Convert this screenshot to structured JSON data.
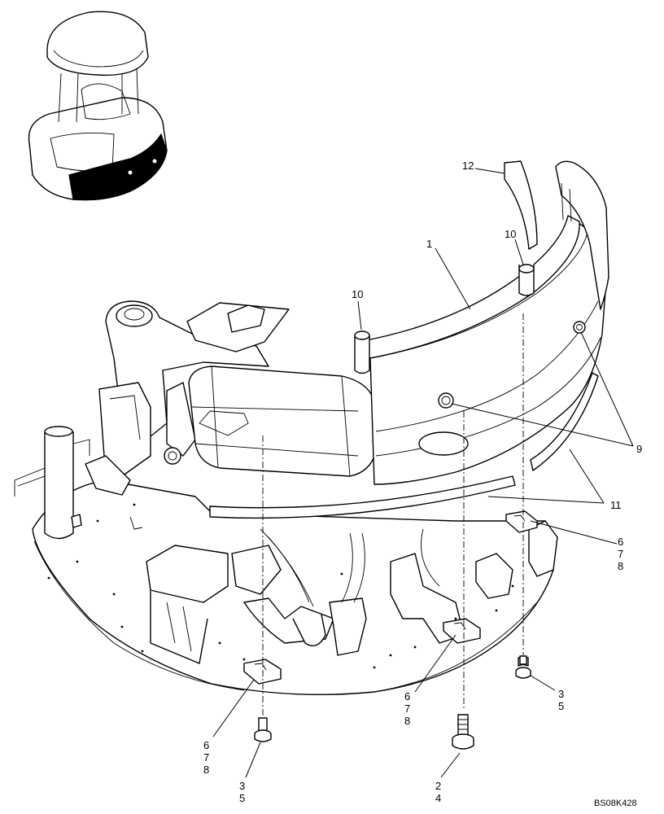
{
  "drawing_id": "BS08K428",
  "callouts": [
    {
      "id": "c1",
      "lines": [
        "1"
      ]
    },
    {
      "id": "c12",
      "lines": [
        "12"
      ]
    },
    {
      "id": "c10a",
      "lines": [
        "10"
      ]
    },
    {
      "id": "c10b",
      "lines": [
        "10"
      ]
    },
    {
      "id": "c9",
      "lines": [
        "9"
      ]
    },
    {
      "id": "c11",
      "lines": [
        "11"
      ]
    },
    {
      "id": "c678a",
      "lines": [
        "6",
        "7",
        "8"
      ]
    },
    {
      "id": "c678b",
      "lines": [
        "6",
        "7",
        "8"
      ]
    },
    {
      "id": "c678c",
      "lines": [
        "6",
        "7",
        "8"
      ]
    },
    {
      "id": "c35a",
      "lines": [
        "3",
        "5"
      ]
    },
    {
      "id": "c35b",
      "lines": [
        "3",
        "5"
      ]
    },
    {
      "id": "c24",
      "lines": [
        "2",
        "4"
      ]
    }
  ]
}
